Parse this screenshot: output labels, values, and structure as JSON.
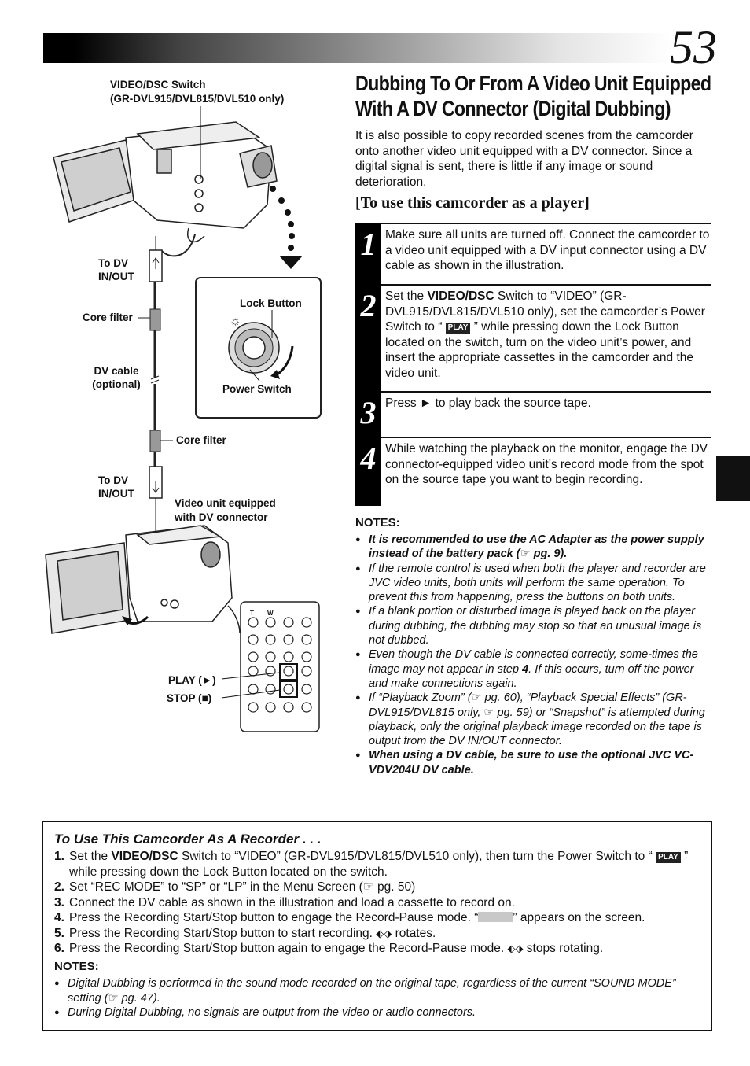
{
  "page_number": "53",
  "title": "Dubbing To Or From A Video Unit Equipped With A DV Connector (Digital Dubbing)",
  "intro": "It is also possible to copy recorded scenes from the camcorder onto another video unit equipped with a DV connector. Since a digital signal is sent, there is little if any image or sound deterioration.",
  "subhead": "[To use this camcorder as a player]",
  "steps": [
    {
      "num": "1",
      "text": "Make sure all units are turned off. Connect the camcorder to a video unit equipped with a DV input connector using a DV cable as shown in the illustration."
    },
    {
      "num": "2",
      "pre": "Set the ",
      "bold": "VIDEO/DSC",
      "mid": " Switch to “VIDEO” (GR-DVL915/DVL815/DVL510 only), set the camcorder’s Power Switch to “ ",
      "badge": "PLAY",
      "post": " ” while pressing down the Lock Button located on the switch, turn on the video unit’s power, and insert the appropriate cassettes in the camcorder and the video unit."
    },
    {
      "num": "3",
      "text": "Press ► to play back the source tape."
    },
    {
      "num": "4",
      "text": "While watching the playback on the monitor, engage the DV connector-equipped video unit’s record mode from the spot on the source tape you want to begin recording."
    }
  ],
  "notes_heading": "NOTES:",
  "notes": [
    {
      "text": "It is recommended to use the AC Adapter as the power supply instead of the battery pack (☞ pg. 9).",
      "bold": true
    },
    {
      "pre": "If the remote control is used when both the player and recorder are JVC video units, both units will perform the same operation. To prevent this from happening, press the buttons on both units."
    },
    {
      "pre": "If a blank portion or disturbed image is played back on the player during dubbing, the dubbing may stop so that an unusual image is not dubbed."
    },
    {
      "pre": "Even though the DV cable is connected correctly, some-times the image may not appear in step ",
      "bold": "4",
      "post": ". If this occurs, turn off the power and make connections again."
    },
    {
      "pre": "If “Playback Zoom” (☞ pg. 60), “Playback Special Effects” (GR-DVL915/DVL815 only, ☞ pg. 59) or “Snapshot” is attempted during playback, only the original playback image recorded on the tape is output from the DV IN/OUT connector."
    },
    {
      "text": "When using a DV cable, be sure to use the optional JVC VC-VDV204U DV cable.",
      "bold": true
    }
  ],
  "recorder_box": {
    "heading": "To Use This Camcorder As A Recorder . . .",
    "steps": [
      {
        "n": "1.",
        "pre": "Set the ",
        "bold": "VIDEO/DSC",
        "mid": " Switch to “VIDEO” (GR-DVL915/DVL815/DVL510 only), then turn the Power Switch to “ ",
        "badge": "PLAY",
        "post": " ” while pressing down the Lock Button located on the switch."
      },
      {
        "n": "2.",
        "text": "Set “REC MODE” to “SP” or “LP” in the Menu Screen (☞ pg. 50)"
      },
      {
        "n": "3.",
        "text": "Connect the DV cable as shown in the illustration and load a cassette to record on."
      },
      {
        "n": "4.",
        "pre": "Press the Recording Start/Stop button to engage the Record-Pause mode. “",
        "post": "” appears on the screen."
      },
      {
        "n": "5.",
        "pre": "Press the Recording Start/Stop button to start recording. ",
        "post": " rotates."
      },
      {
        "n": "6.",
        "pre": "Press the Recording Start/Stop button again to engage the Record-Pause mode. ",
        "post": " stops rotating."
      }
    ],
    "notes_heading": "NOTES:",
    "notes": [
      "Digital Dubbing is performed in the sound mode recorded on the original tape, regardless of the current “SOUND MODE” setting (☞ pg. 47).",
      "During Digital Dubbing, no signals are output from the video or audio connectors."
    ]
  },
  "illustration": {
    "video_dsc_switch": "VIDEO/DSC Switch",
    "video_dsc_models": "(GR-DVL915/DVL815/DVL510 only)",
    "to_dv_1": "To DV",
    "in_out_1": "IN/OUT",
    "core_filter_1": "Core filter",
    "dv_cable": "DV cable",
    "optional": "(optional)",
    "core_filter_2": "Core filter",
    "to_dv_2": "To DV",
    "in_out_2": "IN/OUT",
    "video_unit_1": "Video unit equipped",
    "video_unit_2": "with DV connector",
    "lock_button": "Lock Button",
    "power_switch": "Power Switch",
    "play_label": "PLAY (►)",
    "stop_label": "STOP (■)",
    "remote_t": "T",
    "remote_w": "W"
  }
}
